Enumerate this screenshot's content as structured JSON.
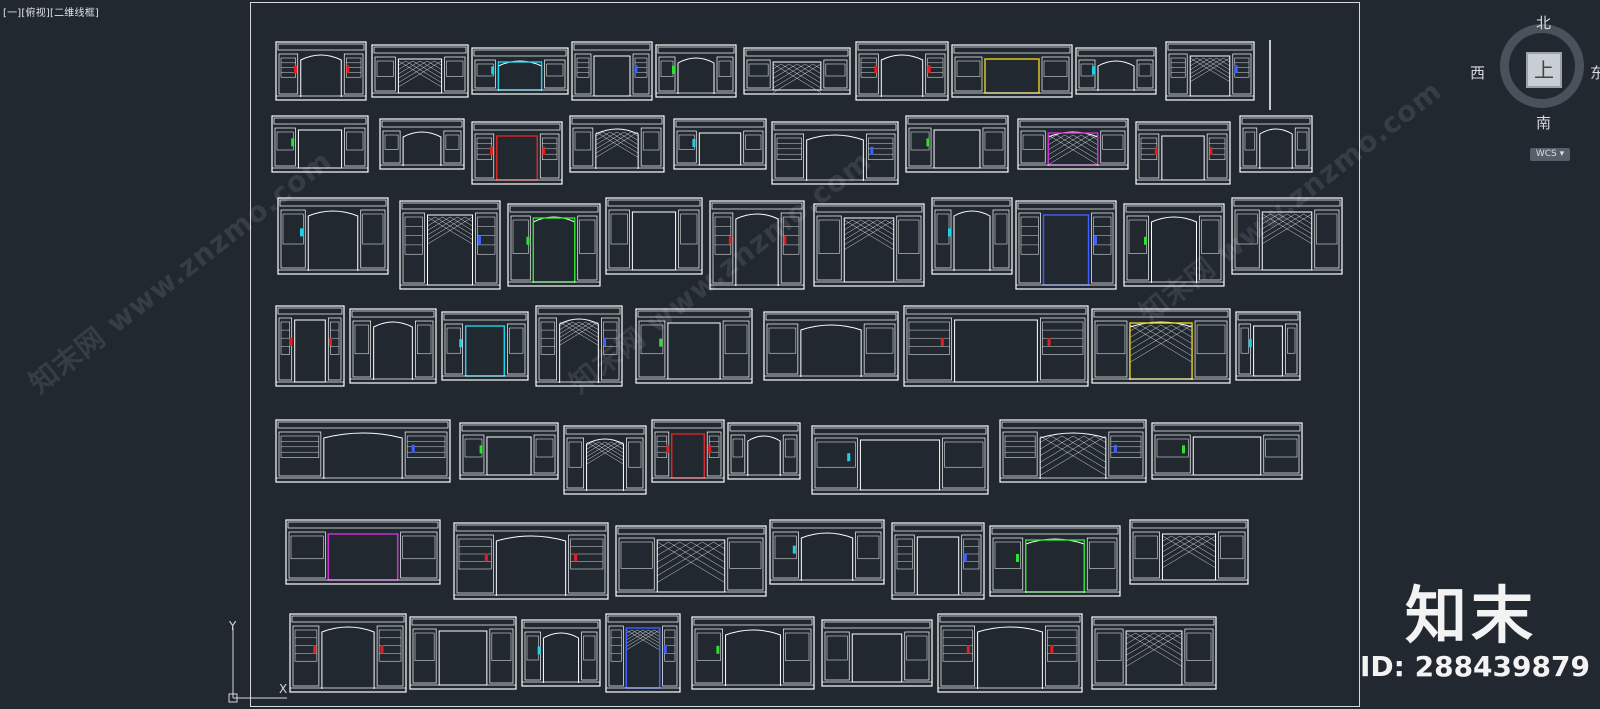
{
  "viewport_label": "[一][俯视][二维线框]",
  "watermark_text": "知末网 www.znzmo.com",
  "viewcube": {
    "north": "北",
    "south": "南",
    "west": "西",
    "east": "东",
    "face": "上",
    "wcs_label": "WCS"
  },
  "brand": {
    "logo_text": "知末",
    "id_text": "ID: 288439879"
  },
  "ucs": {
    "y_label": "Y",
    "x_label": "X"
  },
  "colors": {
    "background": "#212830",
    "line": "#ffffff",
    "accent_red": "#e02020",
    "accent_yellow": "#e8d020",
    "accent_cyan": "#20d0e8",
    "accent_blue": "#4060ff",
    "accent_green": "#30e030",
    "accent_magenta": "#d030d0"
  }
}
